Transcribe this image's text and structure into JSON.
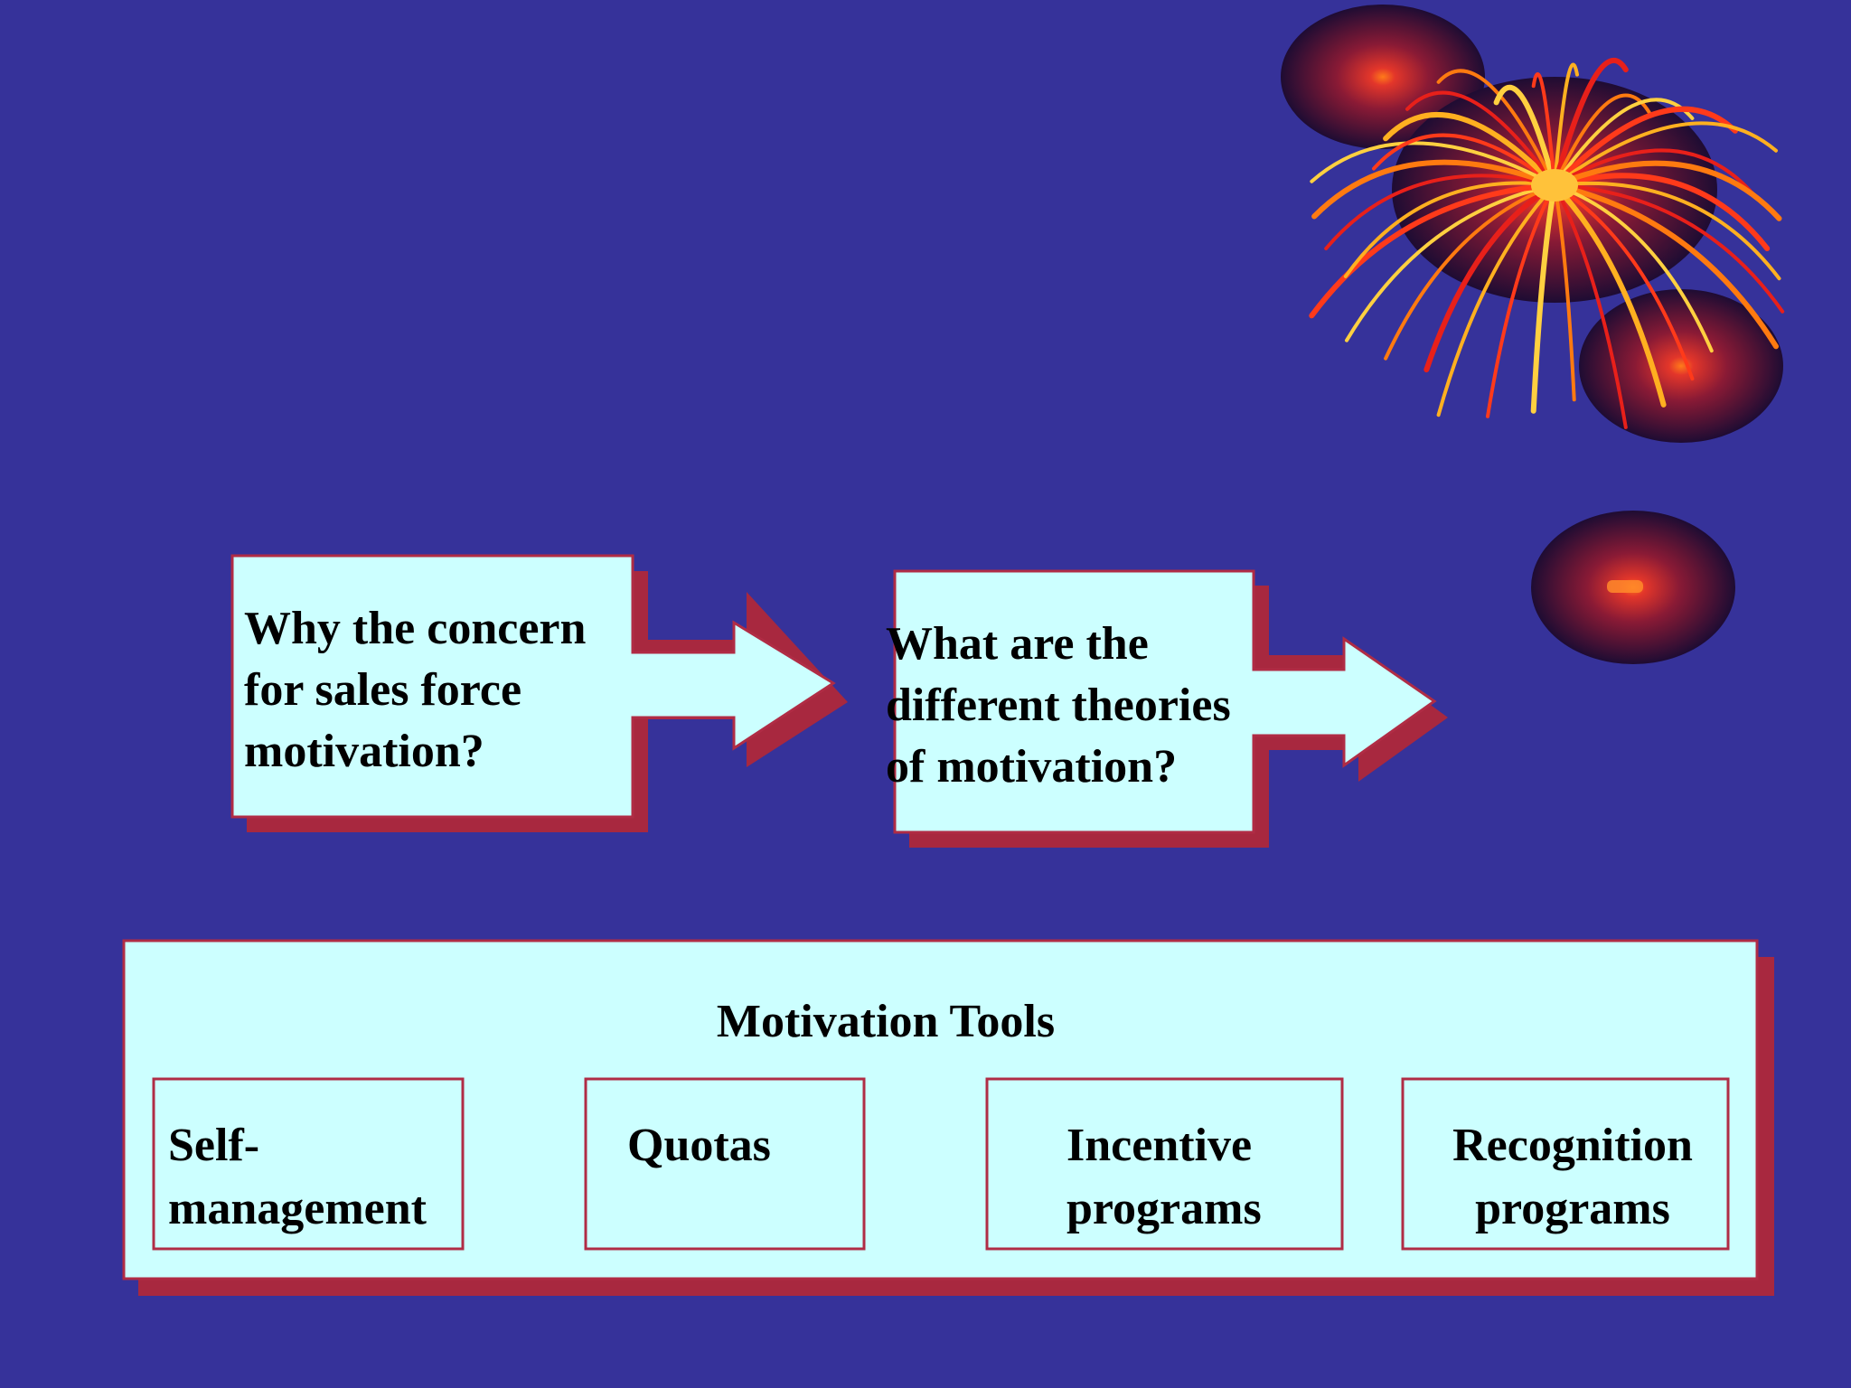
{
  "colors": {
    "background": "#36329a",
    "box_fill": "#ccffff",
    "box_border": "#b02c45",
    "shadow": "#a8283f",
    "text": "#000000"
  },
  "flow": {
    "questions": [
      {
        "text": "Why the concern\nfor sales force\nmotivation?"
      },
      {
        "text": "What are the\ndifferent theories\nof motivation?"
      }
    ]
  },
  "tools": {
    "title": "Motivation Tools",
    "items": [
      {
        "text": "Self-\nmanagement"
      },
      {
        "text": "Quotas"
      },
      {
        "text": "Incentive\nprograms"
      },
      {
        "text": "Recognition\nprograms"
      }
    ]
  },
  "decoration": {
    "icon": "spark-burst-clipart"
  }
}
